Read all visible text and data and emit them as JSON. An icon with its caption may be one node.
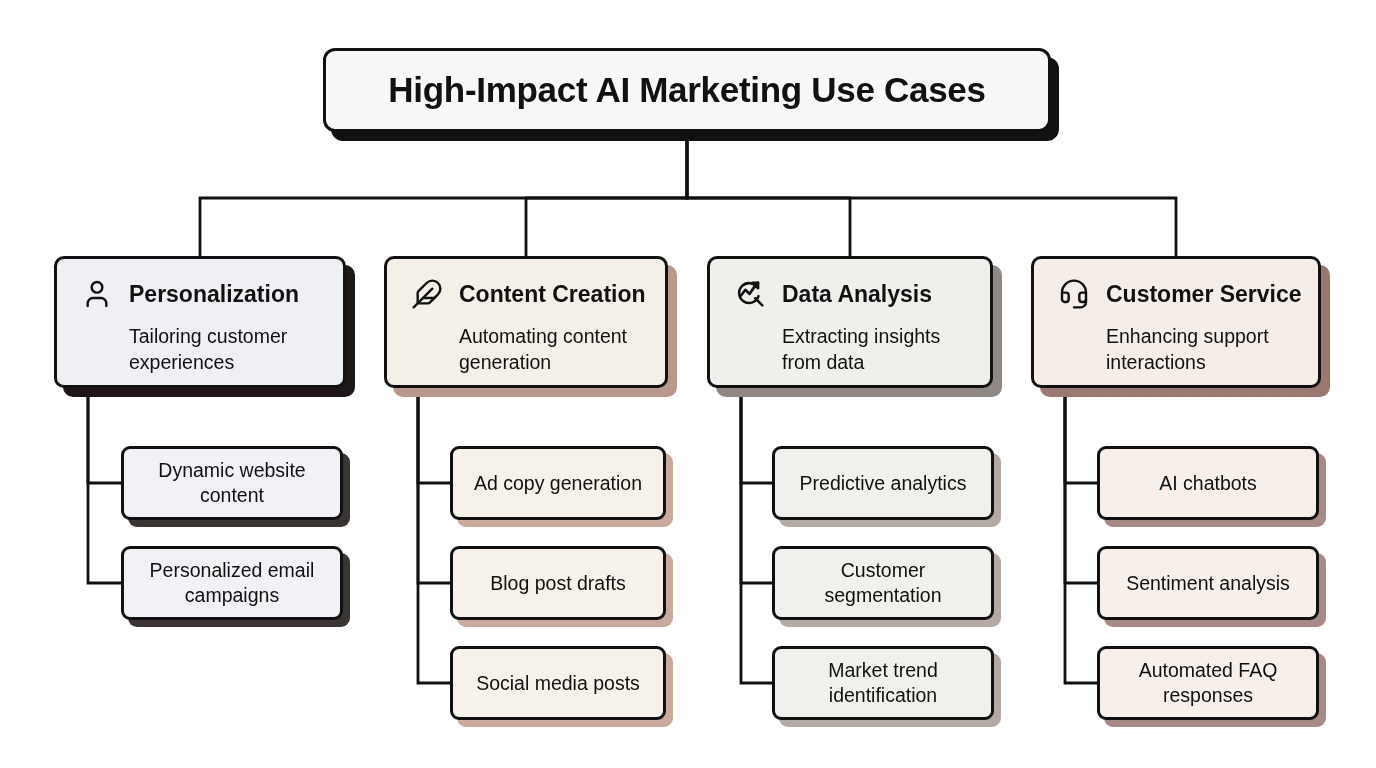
{
  "diagram": {
    "nodes": [
      {
        "text": [
          "High-Impact AI Marketing Use Cases"
        ]
      },
      {
        "text": [
          "Personalization",
          "Tailoring customer experiences"
        ]
      },
      {
        "text": [
          "Dynamic website content"
        ]
      },
      {
        "text": [
          "Personalized email campaigns"
        ]
      },
      {
        "text": [
          "Content Creation",
          "Automating content generation"
        ]
      },
      {
        "text": [
          "Ad copy generation"
        ]
      },
      {
        "text": [
          "Blog post drafts"
        ]
      },
      {
        "text": [
          "Social media posts"
        ]
      },
      {
        "text": [
          "Data Analysis",
          "Extracting insights from data"
        ]
      },
      {
        "text": [
          "Predictive analytics"
        ]
      },
      {
        "text": [
          "Customer segmentation"
        ]
      },
      {
        "text": [
          "Market trend identification"
        ]
      },
      {
        "text": [
          "Customer Service",
          "Enhancing support interactions"
        ]
      },
      {
        "text": [
          "AI chatbots"
        ]
      },
      {
        "text": [
          "Sentiment analysis"
        ]
      },
      {
        "text": [
          "Automated FAQ responses"
        ]
      }
    ],
    "edges": [
      {
        "from": 0,
        "to": 1,
        "arrow": "none"
      },
      {
        "from": 0,
        "to": 4,
        "arrow": "none"
      },
      {
        "from": 0,
        "to": 8,
        "arrow": "none"
      },
      {
        "from": 0,
        "to": 12,
        "arrow": "none"
      },
      {
        "from": 1,
        "to": 2,
        "arrow": "none"
      },
      {
        "from": 1,
        "to": 3,
        "arrow": "none"
      },
      {
        "from": 4,
        "to": 5,
        "arrow": "none"
      },
      {
        "from": 4,
        "to": 6,
        "arrow": "none"
      },
      {
        "from": 4,
        "to": 7,
        "arrow": "none"
      },
      {
        "from": 8,
        "to": 9,
        "arrow": "none"
      },
      {
        "from": 8,
        "to": 10,
        "arrow": "none"
      },
      {
        "from": 8,
        "to": 11,
        "arrow": "none"
      },
      {
        "from": 12,
        "to": 13,
        "arrow": "none"
      },
      {
        "from": 12,
        "to": 14,
        "arrow": "none"
      },
      {
        "from": 12,
        "to": 15,
        "arrow": "none"
      }
    ]
  }
}
